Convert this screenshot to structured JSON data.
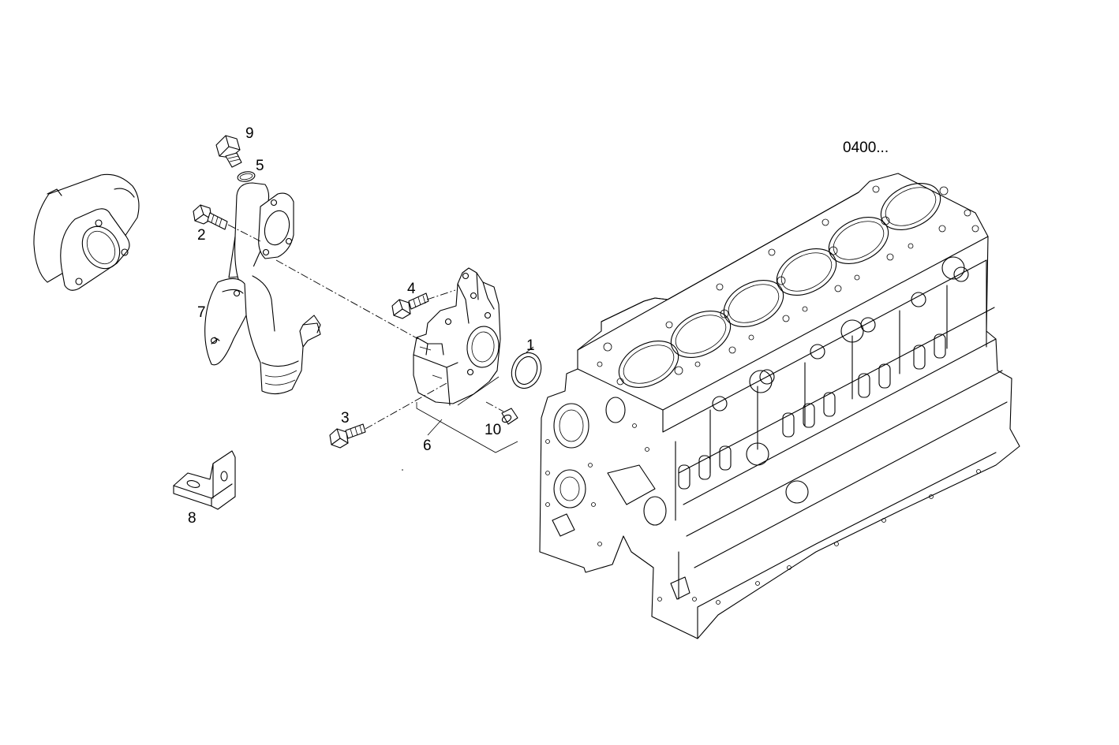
{
  "diagram": {
    "reference_code": "0400...",
    "labels": {
      "p1": "1",
      "p2": "2",
      "p3": "3",
      "p4": "4",
      "p5": "5",
      "p6": "6",
      "p7": "7",
      "p8": "8",
      "p9": "9",
      "p10": "10"
    }
  }
}
